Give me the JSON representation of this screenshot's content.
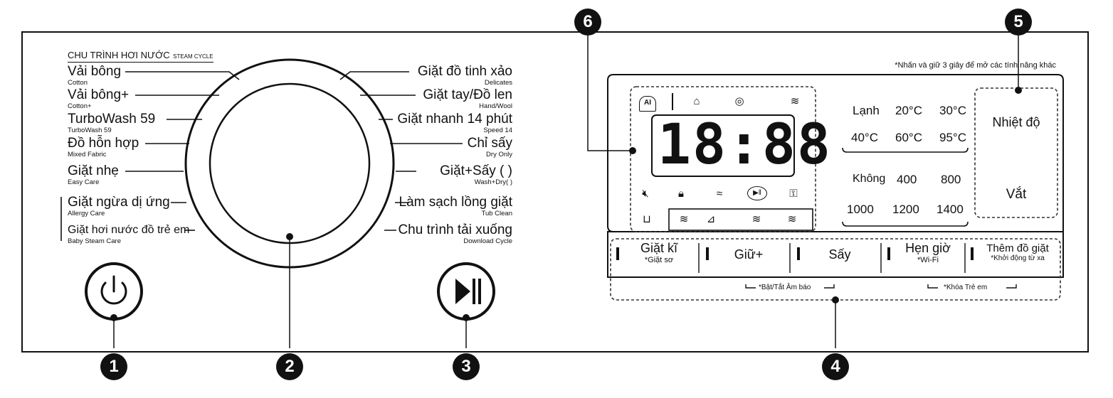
{
  "header": {
    "title": "CHU TRÌNH HƠI NƯỚC",
    "title_sub": "STEAM CYCLE"
  },
  "note": "*Nhấn và giữ 3 giây để mở các tính năng khác",
  "programs_left": [
    {
      "vi": "Vải bông",
      "en": "Cotton"
    },
    {
      "vi": "Vải bông+",
      "en": "Cotton+"
    },
    {
      "vi": "TurboWash 59",
      "en": "TurboWash 59"
    },
    {
      "vi": "Đồ hỗn hợp",
      "en": "Mixed Fabric"
    },
    {
      "vi": "Giặt nhẹ",
      "en": "Easy Care"
    },
    {
      "vi": "Giặt ngừa dị ứng",
      "en": "Allergy Care"
    },
    {
      "vi": "Giặt hơi nước đồ trẻ em",
      "en": "Baby Steam Care"
    }
  ],
  "programs_right": [
    {
      "vi": "Giặt đồ tinh xảo",
      "en": "Delicates"
    },
    {
      "vi": "Giặt tay/Đồ len",
      "en": "Hand/Wool"
    },
    {
      "vi": "Giặt nhanh 14 phút",
      "en": "Speed 14"
    },
    {
      "vi": "Chỉ sấy",
      "en": "Dry Only"
    },
    {
      "vi": "Giặt+Sấy (      )",
      "en": "Wash+Dry(     )"
    },
    {
      "vi": "Làm sạch lồng giặt",
      "en": "Tub Clean"
    },
    {
      "vi": "Chu trình tải xuống",
      "en": "Download Cycle"
    }
  ],
  "display": {
    "digits": "18:88"
  },
  "temps": [
    "Lạnh",
    "20°C",
    "30°C",
    "40°C",
    "60°C",
    "95°C"
  ],
  "spins": [
    "Không",
    "400",
    "800",
    "1000",
    "1200",
    "1400"
  ],
  "option_labels": {
    "temp": "Nhiệt độ",
    "spin": "Vắt"
  },
  "buttons": [
    {
      "label": "Giặt kĩ",
      "sub": "*Giặt sơ"
    },
    {
      "label": "Giữ+",
      "sub": ""
    },
    {
      "label": "Sấy",
      "sub": ""
    },
    {
      "label": "Hẹn giờ",
      "sub": "*Wi-Fi"
    },
    {
      "label": "Thêm đồ giặt",
      "sub": "*Khởi động từ xa"
    }
  ],
  "combos": {
    "sound": "*Bật/Tắt Âm báo",
    "child_lock": "*Khóa Trẻ em"
  },
  "icons": {
    "ai": "AI",
    "power": "power-icon",
    "start_pause": "play-pause-icon"
  },
  "callouts": [
    "1",
    "2",
    "3",
    "4",
    "5",
    "6"
  ]
}
